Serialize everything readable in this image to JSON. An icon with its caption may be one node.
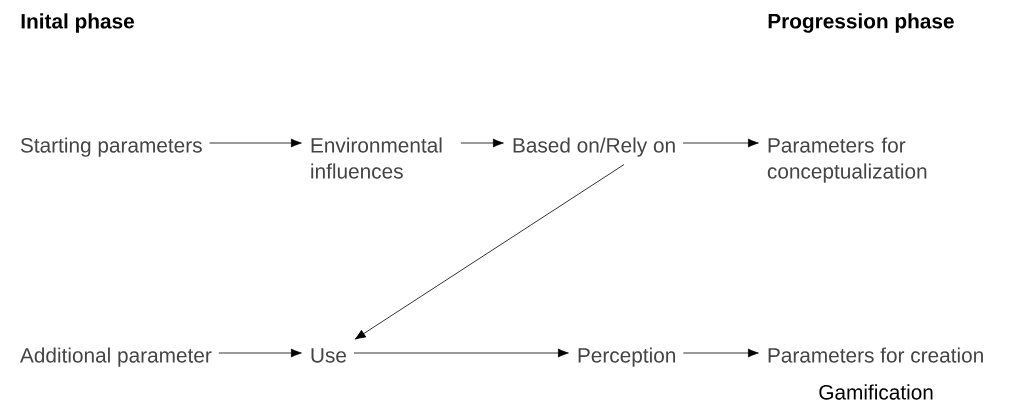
{
  "diagram": {
    "nodes": [
      {
        "text": [
          "Starting parameters"
        ]
      },
      {
        "text": [
          "Environmental influences"
        ]
      },
      {
        "text": [
          "Based on/Rely on"
        ]
      },
      {
        "text": [
          "Parameters for conceptualization"
        ]
      },
      {
        "text": [
          "Additional parameter"
        ]
      },
      {
        "text": [
          "Use"
        ]
      },
      {
        "text": [
          "Perception"
        ]
      },
      {
        "text": [
          "Parameters for creation"
        ]
      }
    ],
    "edges": [
      {
        "from": 0,
        "to": 1,
        "arrow": "to"
      },
      {
        "from": 1,
        "to": 2,
        "arrow": "to"
      },
      {
        "from": 2,
        "to": 3,
        "arrow": "to"
      },
      {
        "from": 2,
        "to": 5,
        "arrow": "to"
      },
      {
        "from": 4,
        "to": 5,
        "arrow": "to"
      },
      {
        "from": 5,
        "to": 6,
        "arrow": "to"
      },
      {
        "from": 6,
        "to": 7,
        "arrow": "to"
      }
    ],
    "labels": [
      "Inital phase",
      "Progression phase",
      "Gamification"
    ]
  }
}
